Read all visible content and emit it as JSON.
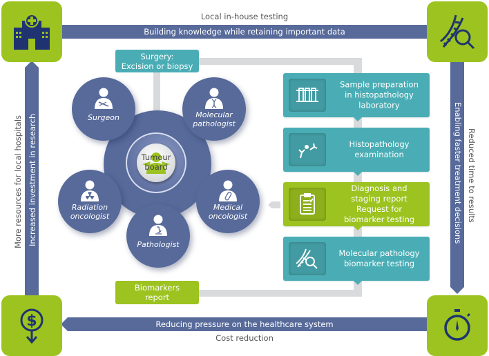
{
  "colors": {
    "green": "#9cc31f",
    "navy": "#576a9a",
    "teal": "#4aadb5",
    "grey_connector": "#d9dadb",
    "icon_dark": "#1f3370"
  },
  "corners": {
    "top_left": {
      "icon": "hospital-icon"
    },
    "top_right": {
      "icon": "dna-search-icon"
    },
    "bottom_left": {
      "icon": "dollar-down-icon"
    },
    "bottom_right": {
      "icon": "stopwatch-icon"
    }
  },
  "bands": {
    "top": {
      "outer": "Local in-house testing",
      "inner": "Building knowledge while retaining important data"
    },
    "right": {
      "outer": "Reduced time to results",
      "inner": "Enabling faster treatment decisions"
    },
    "bottom": {
      "inner": "Reducing pressure on the healthcare system",
      "outer": "Cost reduction"
    },
    "left": {
      "outer": "More resources for local hospitals",
      "inner": "Increased investment in research"
    }
  },
  "center": {
    "surgery_box": {
      "line1": "Surgery:",
      "line2": "Excision or biopsy"
    },
    "hub": {
      "line1": "Tumour",
      "line2": "board"
    },
    "roles": [
      {
        "line1": "Surgeon",
        "line2": "",
        "icon": "scalpel-icon"
      },
      {
        "line1": "Molecular",
        "line2": "pathologist",
        "icon": "dna-icon"
      },
      {
        "line1": "Radiation",
        "line2": "oncologist",
        "icon": "radiation-icon"
      },
      {
        "line1": "Medical",
        "line2": "oncologist",
        "icon": "pill-icon"
      },
      {
        "line1": "Pathologist",
        "line2": "",
        "icon": "microscope-icon"
      }
    ],
    "biomarkers_box": {
      "line1": "Biomarkers",
      "line2": "report"
    }
  },
  "steps": [
    {
      "lines": [
        "Sample preparation",
        "in histopathology",
        "laboratory"
      ],
      "icon": "test-tubes-icon",
      "color": "teal"
    },
    {
      "lines": [
        "Histopathology",
        "examination"
      ],
      "icon": "antibody-icon",
      "color": "teal"
    },
    {
      "lines": [
        "Diagnosis and",
        "staging report",
        "Request for",
        "biomarker testing"
      ],
      "icon": "clipboard-icon",
      "color": "green"
    },
    {
      "lines": [
        "Molecular pathology",
        "biomarker testing"
      ],
      "icon": "dna-search-icon",
      "color": "teal"
    }
  ]
}
